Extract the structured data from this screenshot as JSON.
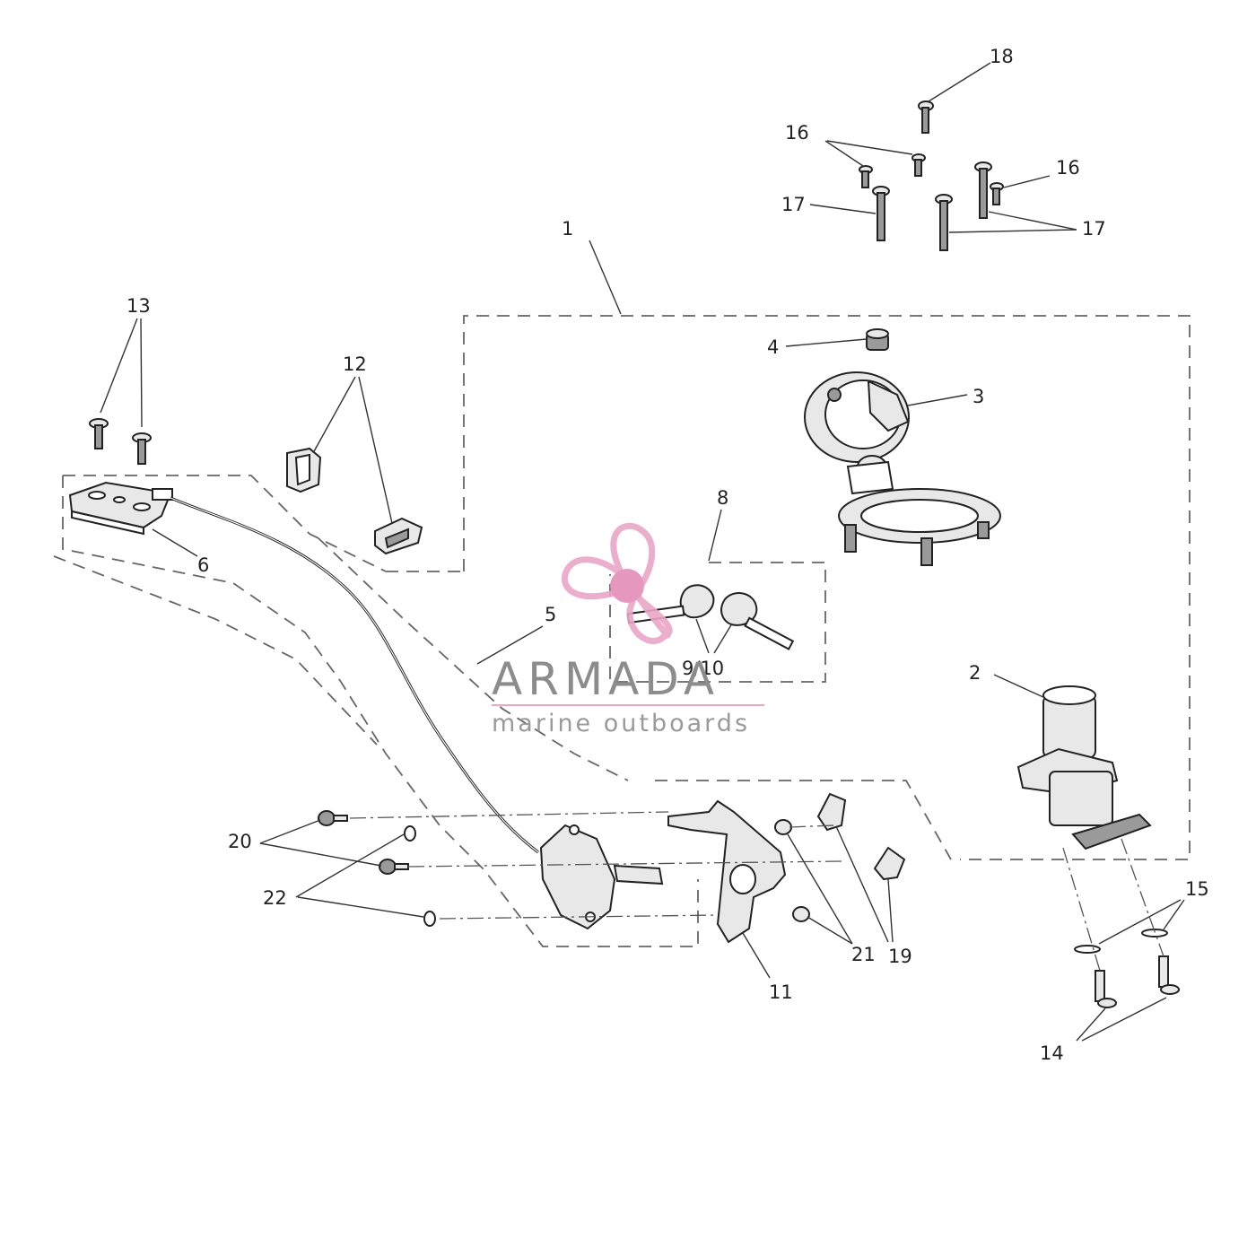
{
  "callouts": {
    "c1": "1",
    "c2": "2",
    "c3": "3",
    "c4": "4",
    "c5": "5",
    "c6": "6",
    "c8": "8",
    "c910": "9/10",
    "c11": "11",
    "c12": "12",
    "c13": "13",
    "c14": "14",
    "c15": "15",
    "c16a": "16",
    "c16b": "16",
    "c17a": "17",
    "c17b": "17",
    "c18": "18",
    "c19": "19",
    "c20": "20",
    "c21": "21",
    "c22": "22"
  },
  "watermark": {
    "title": "ARMADA",
    "subtitle": "marine outboards",
    "colors": {
      "logo": "#e9a6c8",
      "logo_center": "#e48cb8",
      "title_text": "#8c8c8c",
      "subtitle_text": "#9a9a9a"
    }
  }
}
